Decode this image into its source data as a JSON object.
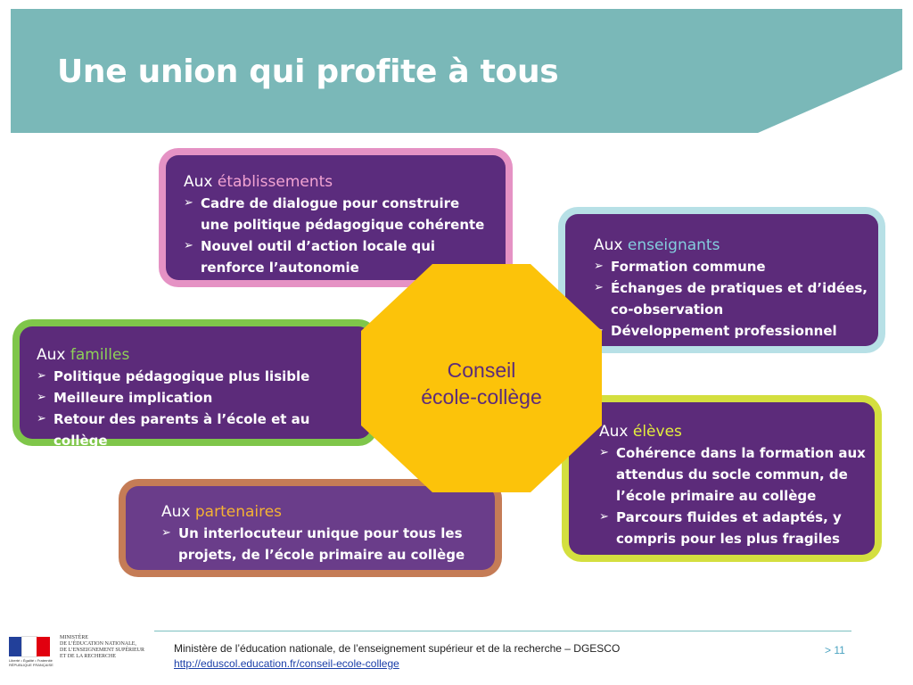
{
  "colors": {
    "banner": "#7ab8b8",
    "card_bg": "#5c2b7a",
    "octagon": "#fcc30a",
    "center_text": "#5c2b7a"
  },
  "slide": {
    "title": "Une union qui profite à tous"
  },
  "center": {
    "line1": "Conseil",
    "line2": "école-collège"
  },
  "cards": {
    "etablissements": {
      "prefix": "Aux ",
      "accent": "établissements",
      "items": [
        "Cadre de dialogue pour construire une politique pédagogique cohérente",
        "Nouvel outil d’action locale qui renforce l’autonomie"
      ]
    },
    "enseignants": {
      "prefix": "Aux ",
      "accent": "enseignants",
      "items": [
        "Formation commune",
        "Échanges de pratiques et d’idées, co-observation",
        "Développement professionnel"
      ]
    },
    "familles": {
      "prefix": "Aux ",
      "accent": "familles",
      "items": [
        "Politique pédagogique plus lisible",
        "Meilleure implication",
        "Retour des parents à l’école et au collège"
      ]
    },
    "eleves": {
      "prefix": "Aux ",
      "accent": "élèves",
      "items": [
        "Cohérence dans la formation aux attendus du socle commun, de l’école primaire au collège",
        "Parcours fluides et adaptés,  y compris pour les plus fragiles"
      ]
    },
    "partenaires": {
      "prefix": "Aux ",
      "accent": "partenaires",
      "items": [
        "Un interlocuteur unique pour tous les projets, de l’école primaire au collège"
      ]
    }
  },
  "bullet_glyph": "➢",
  "footer": {
    "ministry_logo_text": "MINISTÈRE\nDE L’ÉDUCATION NATIONALE,\nDE L’ENSEIGNEMENT SUPÉRIEUR\nET DE LA RECHERCHE",
    "motto": "Liberté • Égalité • Fraternité",
    "republic": "RÉPUBLIQUE FRANÇAISE",
    "text": "Ministère de l’éducation nationale, de l’enseignement supérieur et de la recherche – DGESCO",
    "link": "http://eduscol.education.fr/conseil-ecole-college",
    "page": "> 11"
  }
}
